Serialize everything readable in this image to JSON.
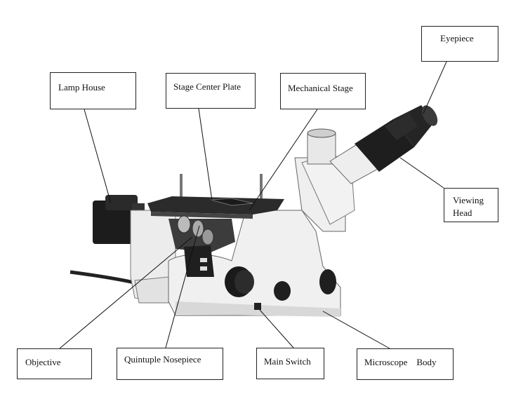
{
  "labels": {
    "eyepiece": "Eyepiece",
    "lamp_house": "Lamp House",
    "stage_center_plate": "Stage Center Plate",
    "mechanical_stage": "Mechanical Stage",
    "viewing_head_line1": "Viewing",
    "viewing_head_line2": "Head",
    "objective": "Objective",
    "quintuple_nosepiece": "Quintuple Nosepiece",
    "main_switch": "Main Switch",
    "microscope_body": "Microscope    Body"
  },
  "colors": {
    "body": "#f0f0f0",
    "dark": "#1c1c1c",
    "outline": "#555555",
    "line": "#111111"
  }
}
